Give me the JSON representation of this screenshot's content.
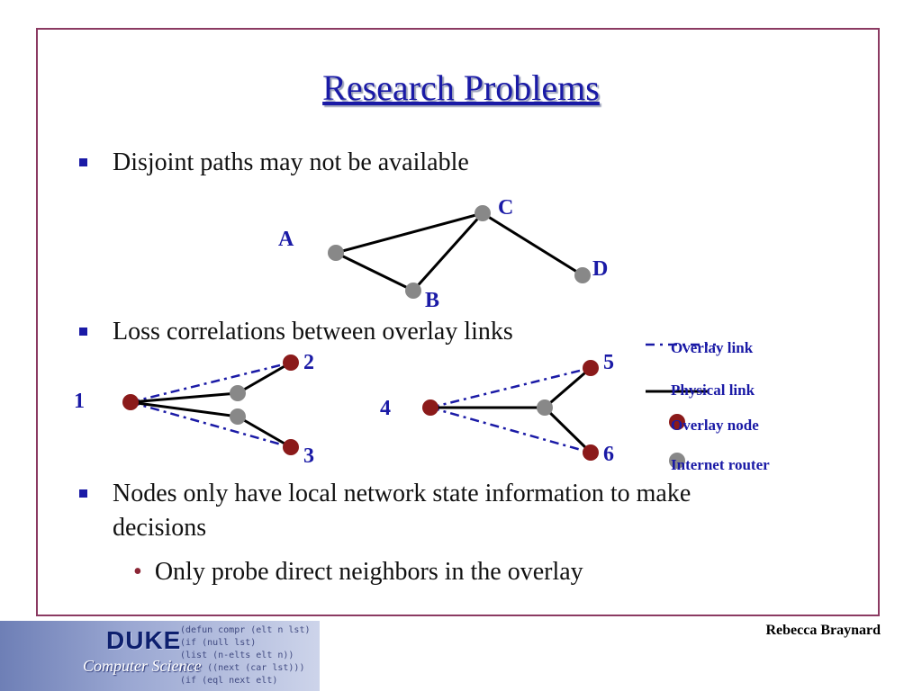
{
  "slide": {
    "title": "Research Problems",
    "bullets": [
      "Disjoint paths may not be available",
      "Loss correlations between overlay links",
      "Nodes only have local network state information to make",
      "decisions"
    ],
    "sub_bullet": "Only probe direct neighbors in the overlay",
    "author": "Rebecca Braynard"
  },
  "diagram_labels": {
    "a": "A",
    "b": "B",
    "c": "C",
    "d": "D",
    "n1": "1",
    "n2": "2",
    "n3": "3",
    "n4": "4",
    "n5": "5",
    "n6": "6"
  },
  "legend": {
    "overlay_link": "Overlay link",
    "physical_link": "Physical link",
    "overlay_node": "Overlay node",
    "internet_router": "Internet router"
  },
  "logo": {
    "name": "DUKE",
    "department": "Computer Science",
    "code_lines": [
      "(defun compr (elt n lst)",
      "(if (null lst)",
      "(list (n-elts elt n))",
      "(let ((next (car lst)))",
      "(if (eql next elt)"
    ]
  },
  "colors": {
    "title": "#1a1aa6",
    "frame": "#8b3a62",
    "router": "#888888",
    "overlay_node": "#8b1a1a",
    "overlay_link": "#1a1aa6"
  }
}
